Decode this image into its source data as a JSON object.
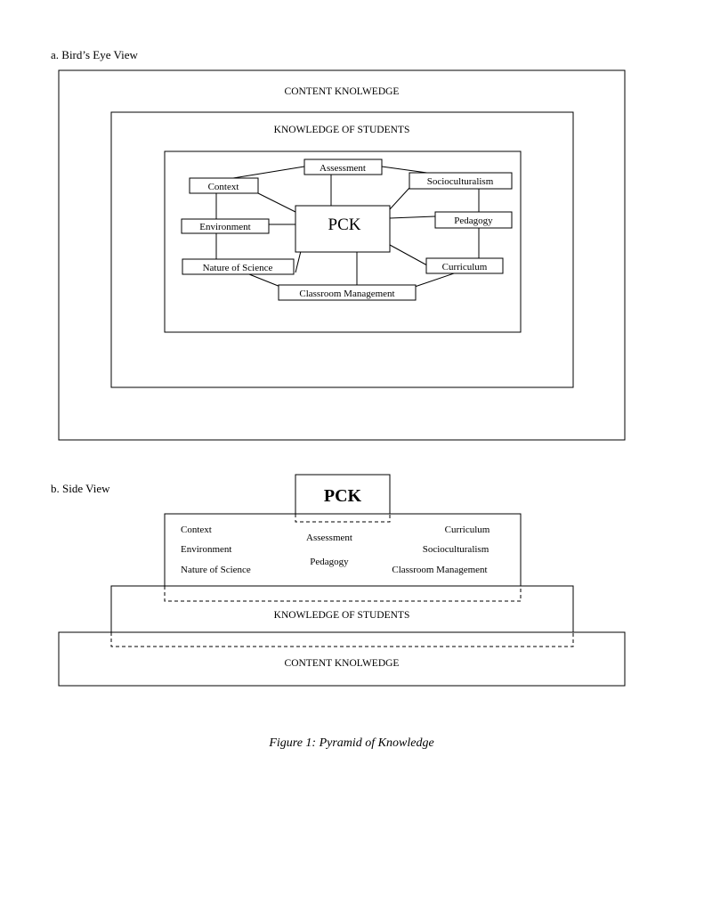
{
  "birds_eye": {
    "heading": "a. Bird’s Eye View",
    "outer_label": "CONTENT KNOLWEDGE",
    "middle_label": "KNOWLEDGE OF STUDENTS",
    "center": "PCK",
    "nodes": {
      "assessment": "Assessment",
      "context": "Context",
      "socioculturalism": "Socioculturalism",
      "environment": "Environment",
      "pedagogy": "Pedagogy",
      "nature_of_science": "Nature of Science",
      "curriculum": "Curriculum",
      "classroom_management": "Classroom Management"
    }
  },
  "side_view": {
    "heading": "b. Side View",
    "top": "PCK",
    "left_items": [
      "Context",
      "Environment",
      "Nature of Science"
    ],
    "middle_items": [
      "Assessment",
      "Pedagogy"
    ],
    "right_items": [
      "Curriculum",
      "Socioculturalism",
      "Classroom Management"
    ],
    "middle_label": "KNOWLEDGE OF STUDENTS",
    "bottom_label": "CONTENT KNOLWEDGE"
  },
  "caption": "Figure 1: Pyramid of Knowledge"
}
